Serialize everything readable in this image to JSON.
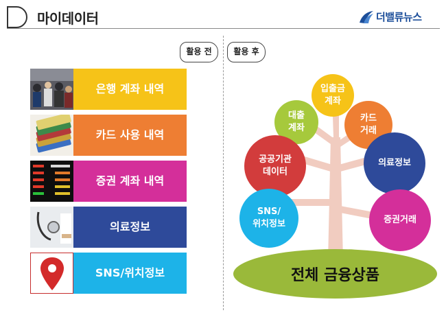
{
  "header": {
    "title": "마이데이터",
    "logo_text": "더밸류뉴스"
  },
  "tabs": {
    "before": "활용 전",
    "after": "활용 후"
  },
  "categories": [
    {
      "label": "은행 계좌 내역",
      "color": "#f6c318",
      "thumb": "people-photo"
    },
    {
      "label": "카드 사용 내역",
      "color": "#ee7e33",
      "thumb": "credit-cards-photo"
    },
    {
      "label": "증권 계좌 내역",
      "color": "#d42f9a",
      "thumb": "stock-board-photo"
    },
    {
      "label": "의료정보",
      "color": "#2e4a9a",
      "thumb": "stethoscope-photo"
    },
    {
      "label": "SNS/위치정보",
      "color": "#1db3e8",
      "thumb": "location-pin-icon"
    }
  ],
  "tree": {
    "ground_label": "전체 금융상품",
    "nodes": [
      {
        "id": "deposit",
        "label": "입출금\n계좌",
        "color": "#f6c318"
      },
      {
        "id": "loan",
        "label": "대출\n계좌",
        "color": "#a6c93c"
      },
      {
        "id": "card",
        "label": "카드\n거래",
        "color": "#ee7e33"
      },
      {
        "id": "public",
        "label": "공공기관\n데이터",
        "color": "#d23c3c"
      },
      {
        "id": "medical",
        "label": "의료정보",
        "color": "#2e4a9a"
      },
      {
        "id": "sns",
        "label": "SNS/\n위치정보",
        "color": "#1db3e8"
      },
      {
        "id": "stock",
        "label": "증권거래",
        "color": "#d42f9a"
      }
    ]
  }
}
